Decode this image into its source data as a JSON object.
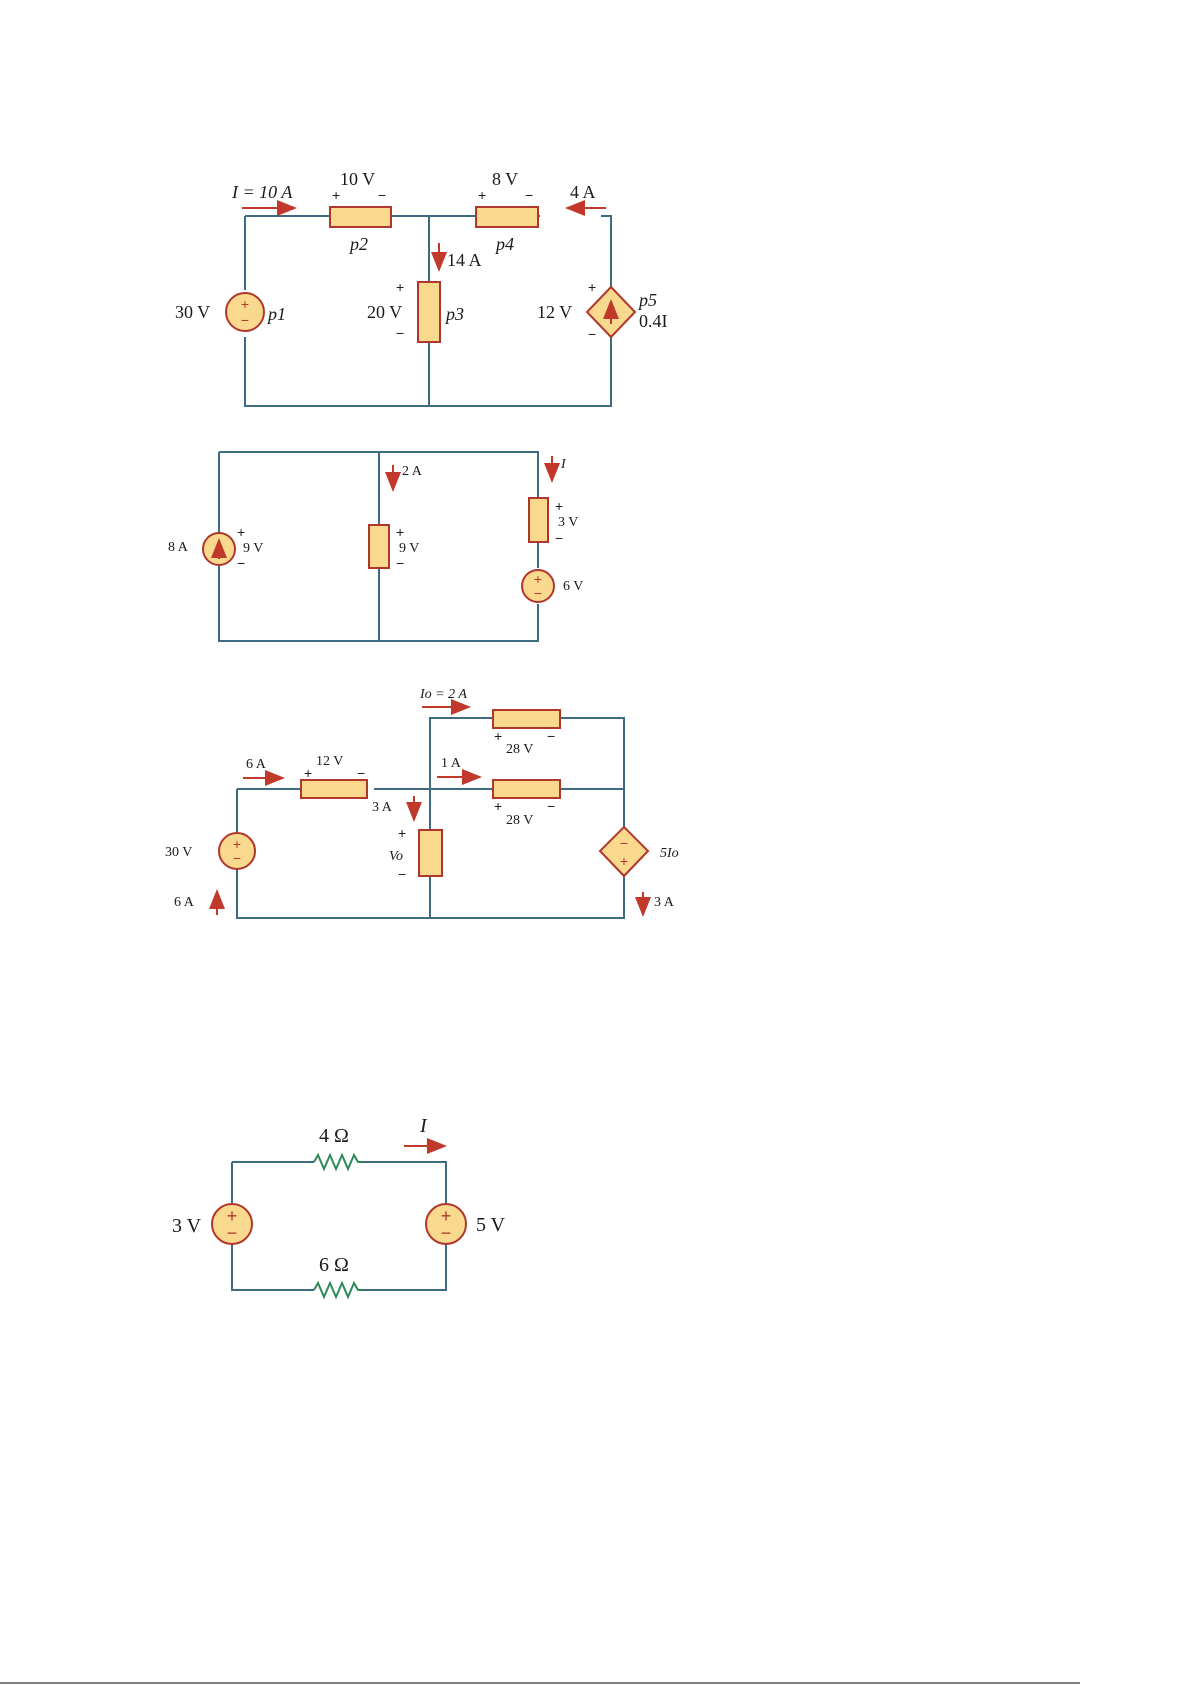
{
  "circuit1": {
    "current_I": "I = 10 A",
    "v_p2": "10 V",
    "v_p4": "8 V",
    "current_right": "4 A",
    "p2": "p2",
    "p4": "p4",
    "current_mid": "14 A",
    "v_source": "30 V",
    "p1": "p1",
    "v_p3": "20 V",
    "p3": "p3",
    "v_dep": "12 V",
    "p5": "p5",
    "dep_value": "0.4I"
  },
  "circuit2": {
    "current_mid": "2 A",
    "current_right": "I",
    "source_current": "8 A",
    "v_source": "9 V",
    "v_mid": "9 V",
    "v_right": "3 V",
    "v_bottom_source": "6 V"
  },
  "circuit3": {
    "Io": "Io = 2 A",
    "v_top": "28 V",
    "current_left": "6 A",
    "v_left": "12 V",
    "current_branch": "1 A",
    "current_mid": "3 A",
    "v_mid2": "28 V",
    "v_source": "30 V",
    "Vo": "Vo",
    "dep_value": "5Io",
    "current_bottom_left": "6 A",
    "current_bottom_right": "3 A"
  },
  "circuit4": {
    "r_top": "4 Ω",
    "current": "I",
    "v_left": "3 V",
    "v_right": "5 V",
    "r_bottom": "6 Ω"
  },
  "colors": {
    "wire": "#3e6b82",
    "element_fill": "#f9d98e",
    "element_stroke": "#b1372c",
    "arrow": "#c0392b",
    "resistor": "#2e8b57"
  }
}
